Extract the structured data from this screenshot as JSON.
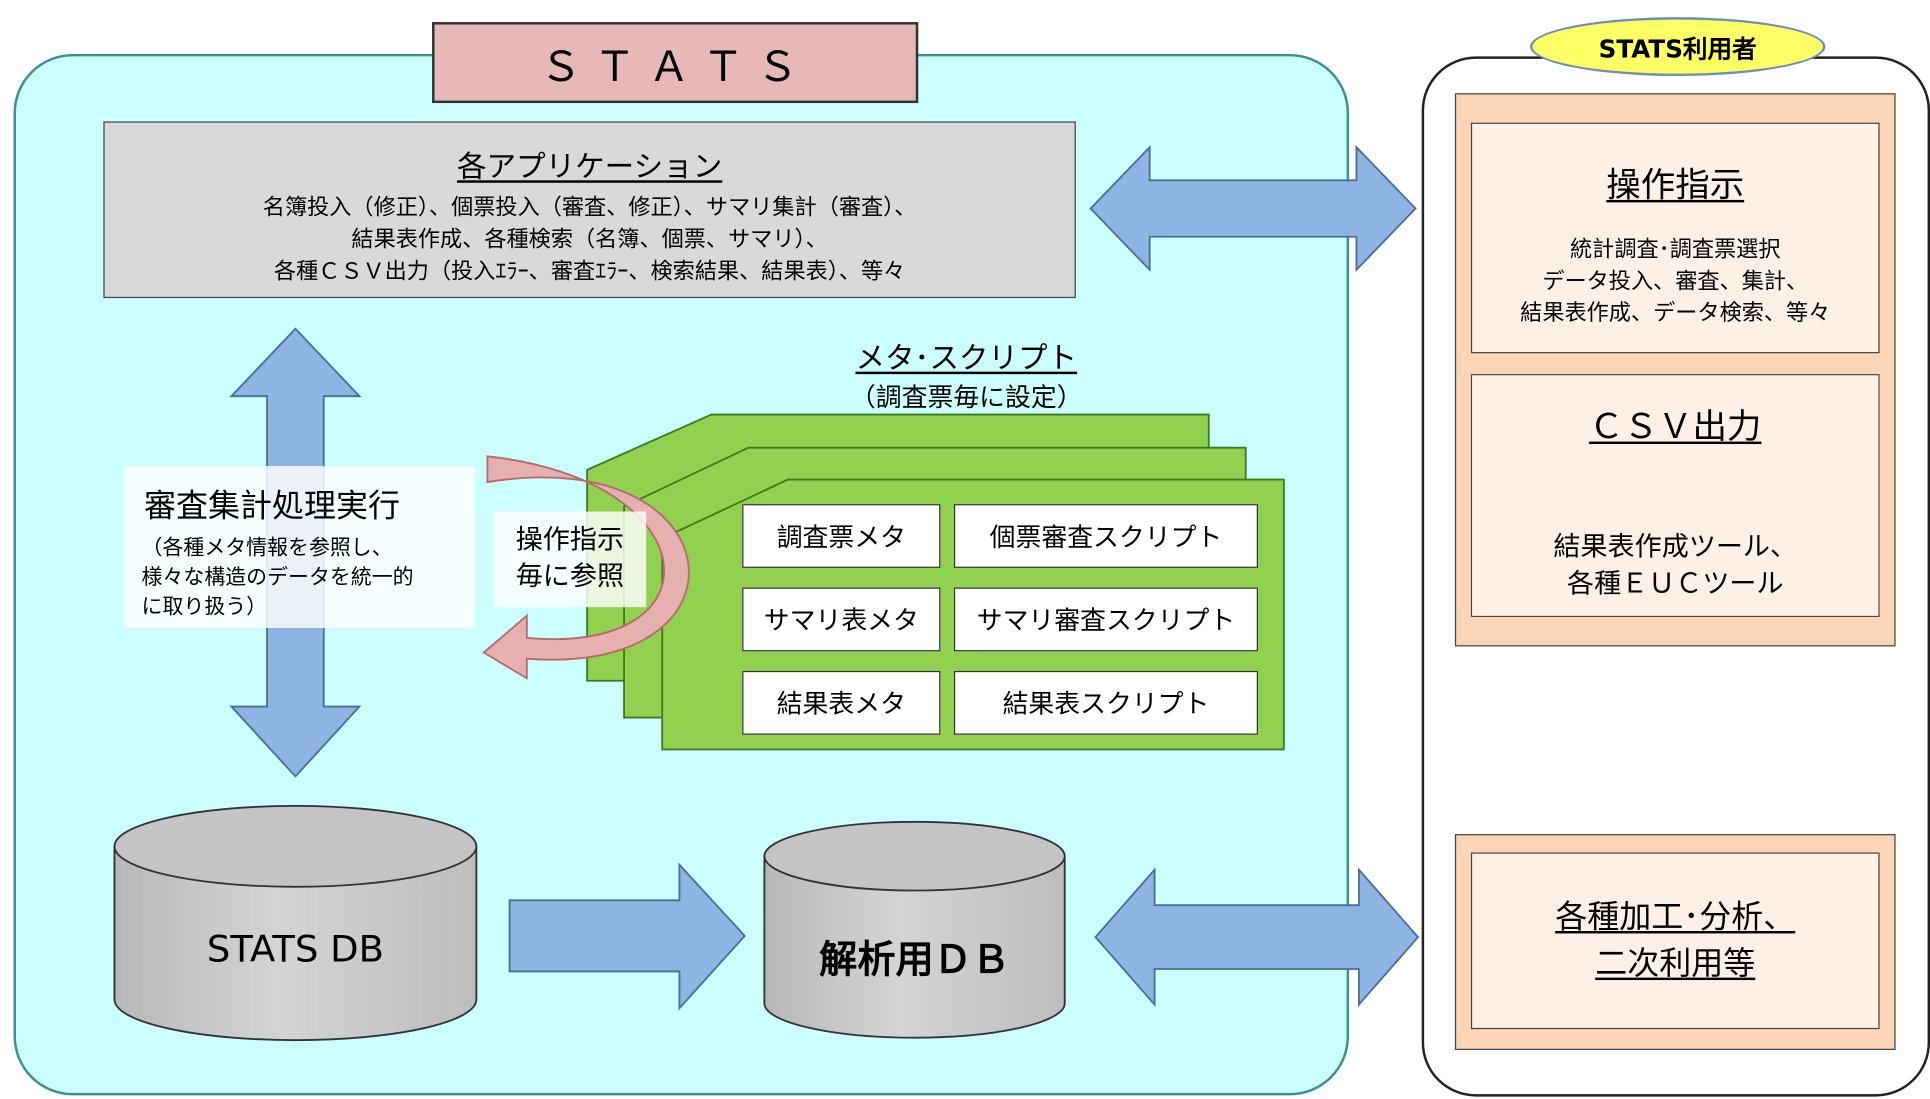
{
  "stats_system": {
    "title": "ＳＴＡＴＳ"
  },
  "applications": {
    "title": "各アプリケーション",
    "lines": [
      "名簿投入（修正）、個票投入（審査、修正）、サマリ集計（審査）、",
      "結果表作成、各種検索（名簿、個票、サマリ）、",
      "各種ＣＳＶ出力（投入ｴﾗｰ、審査ｴﾗｰ、検索結果、結果表）、等々"
    ]
  },
  "meta_script": {
    "title": "メタ･スクリプト",
    "subtitle": "（調査票毎に設定）"
  },
  "meta_cells": {
    "survey_meta": "調査票メタ",
    "record_check_script": "個票審査スクリプト",
    "summary_table_meta": "サマリ表メタ",
    "summary_check_script": "サマリ審査スクリプト",
    "result_table_meta": "結果表メタ",
    "result_table_script": "結果表スクリプト"
  },
  "execution": {
    "title": "審査集計処理実行",
    "lines": [
      "（各種メタ情報を参照し、",
      "様々な構造のデータを統一的",
      "に取り扱う）"
    ]
  },
  "reference": {
    "lines": [
      "操作指示",
      "毎に参照"
    ]
  },
  "databases": {
    "stats_db": "STATS DB",
    "analysis_db": "解析用ＤＢ"
  },
  "user_panel": {
    "label": "STATS利用者",
    "operation": {
      "title": "操作指示",
      "lines": [
        "統計調査･調査票選択",
        "データ投入、審査、集計、",
        "結果表作成、データ検索、等々"
      ]
    },
    "csv": {
      "title": "ＣＳＶ出力",
      "lines": [
        "結果表作成ツール、",
        "各種ＥＵＣツール"
      ]
    },
    "processing": {
      "lines": [
        "各種加工･分析、",
        "二次利用等"
      ]
    }
  },
  "colors": {
    "stats_bg": "#ccffff",
    "stats_border": "#3a8f8f",
    "title_box": "#e6b8b8",
    "app_box": "#d9d9d9",
    "meta_green": "#92d050",
    "arrow_blue": "#8eb4e3",
    "curved_arrow": "#e6b0b0",
    "db_gray": "#c8c8c8",
    "user_label": "#ffff66",
    "user_panel_fill": "#fbd5b5"
  }
}
